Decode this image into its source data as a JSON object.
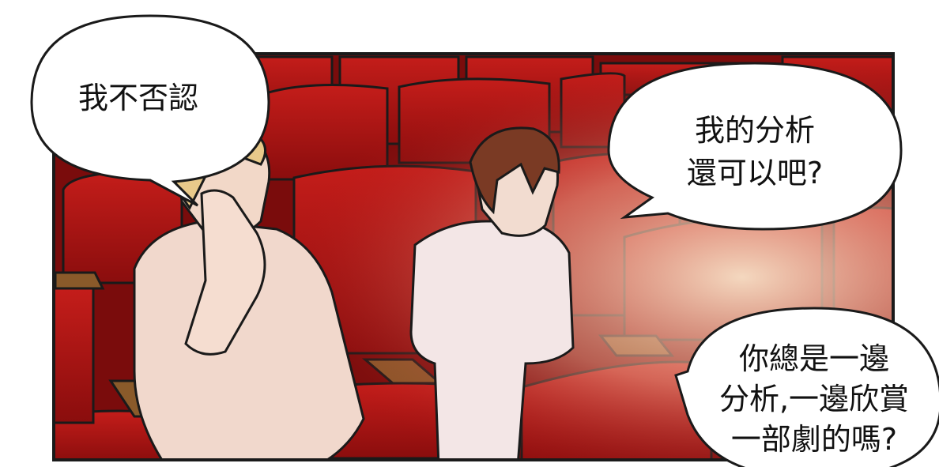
{
  "panel": {
    "setting": "theater-seats",
    "colors": {
      "seat_red": "#b01414",
      "seat_dark": "#6e0a0a",
      "seat_highlight": "#e0503c",
      "glow": "#f6dcc0",
      "outline": "#1a1a1a",
      "bubble_fill": "#ffffff"
    }
  },
  "bubbles": {
    "left": {
      "text": "我不否認"
    },
    "right_top": {
      "lines": [
        "我的分析",
        "還可以吧?"
      ]
    },
    "right_bottom": {
      "lines": [
        "你總是一邊",
        "分析,一邊欣賞",
        "一部劇的嗎?"
      ]
    }
  },
  "characters": [
    {
      "name": "blond-man",
      "pose": "hand-on-neck"
    },
    {
      "name": "brown-haired-man",
      "pose": "talking"
    }
  ]
}
